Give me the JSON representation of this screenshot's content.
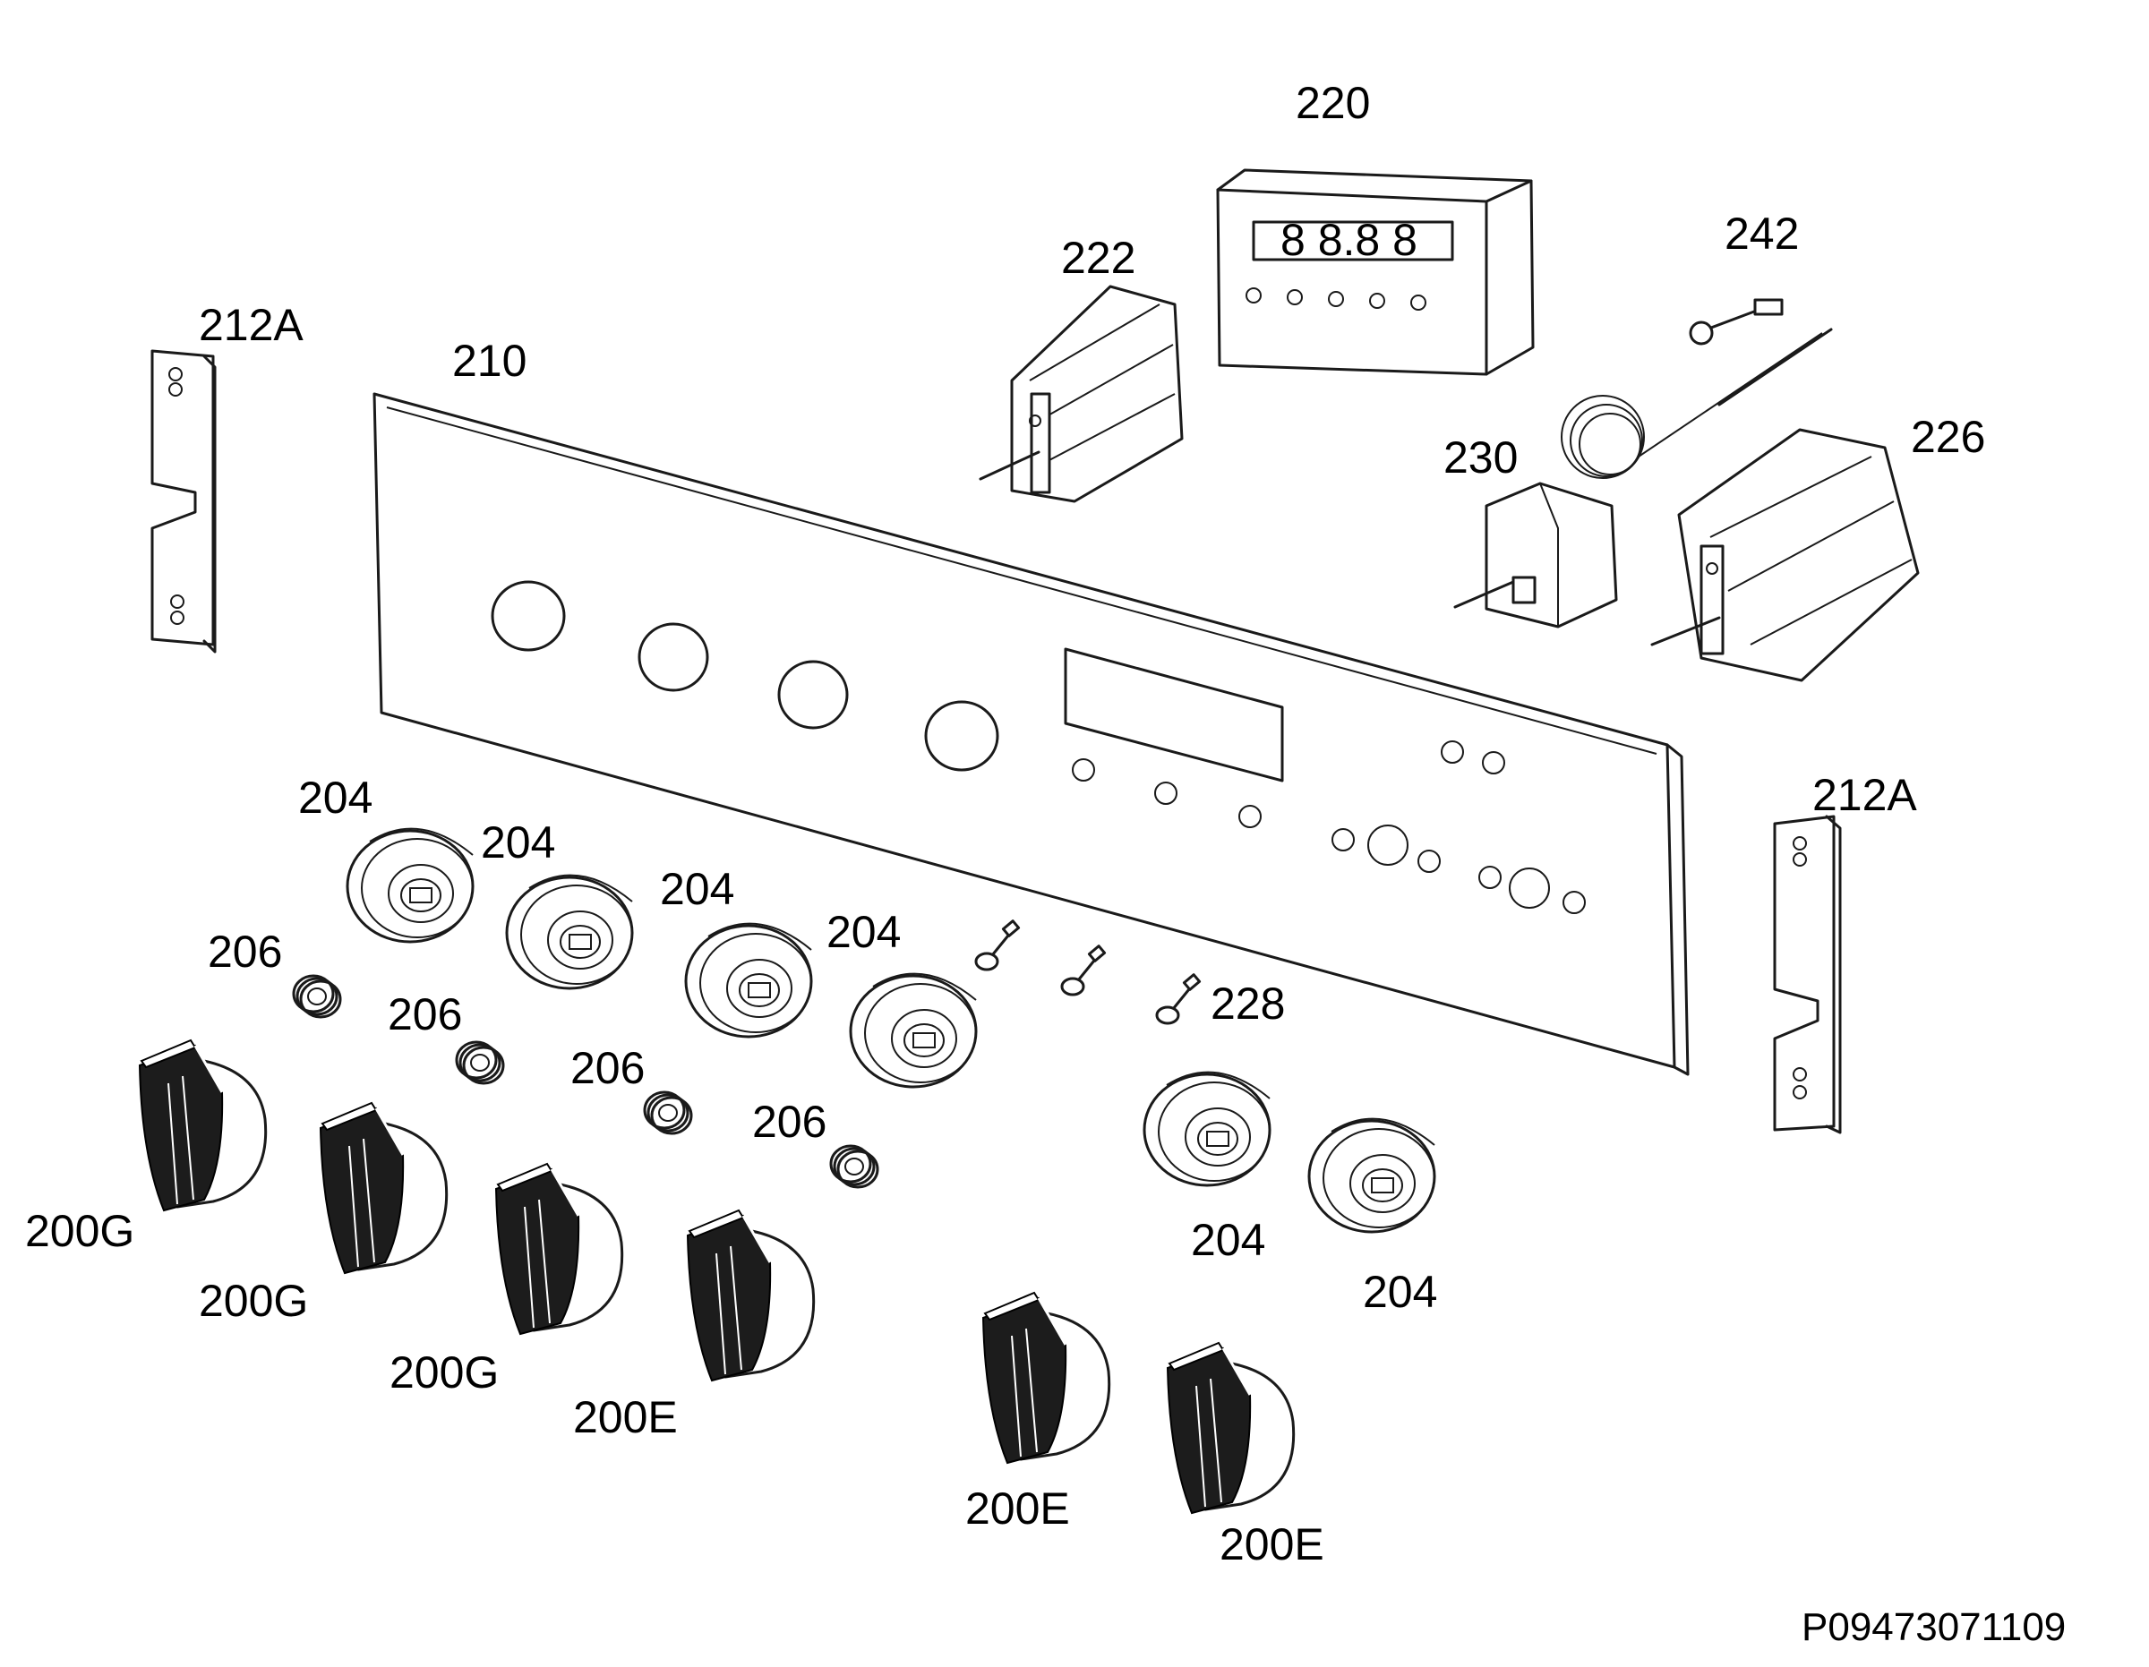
{
  "labels": {
    "l212a_left": "212A",
    "l210": "210",
    "l222": "222",
    "l220": "220",
    "l242": "242",
    "l230": "230",
    "l226": "226",
    "l212a_right": "212A",
    "l204_a": "204",
    "l204_b": "204",
    "l204_c": "204",
    "l204_d": "204",
    "l204_e": "204",
    "l204_f": "204",
    "l206_a": "206",
    "l206_b": "206",
    "l206_c": "206",
    "l206_d": "206",
    "l228": "228",
    "l200g_a": "200G",
    "l200g_b": "200G",
    "l200g_c": "200G",
    "l200e_a": "200E",
    "l200e_b": "200E",
    "l200e_c": "200E"
  },
  "display_readout": "8 8.8 8",
  "drawing_code": "P09473071109"
}
